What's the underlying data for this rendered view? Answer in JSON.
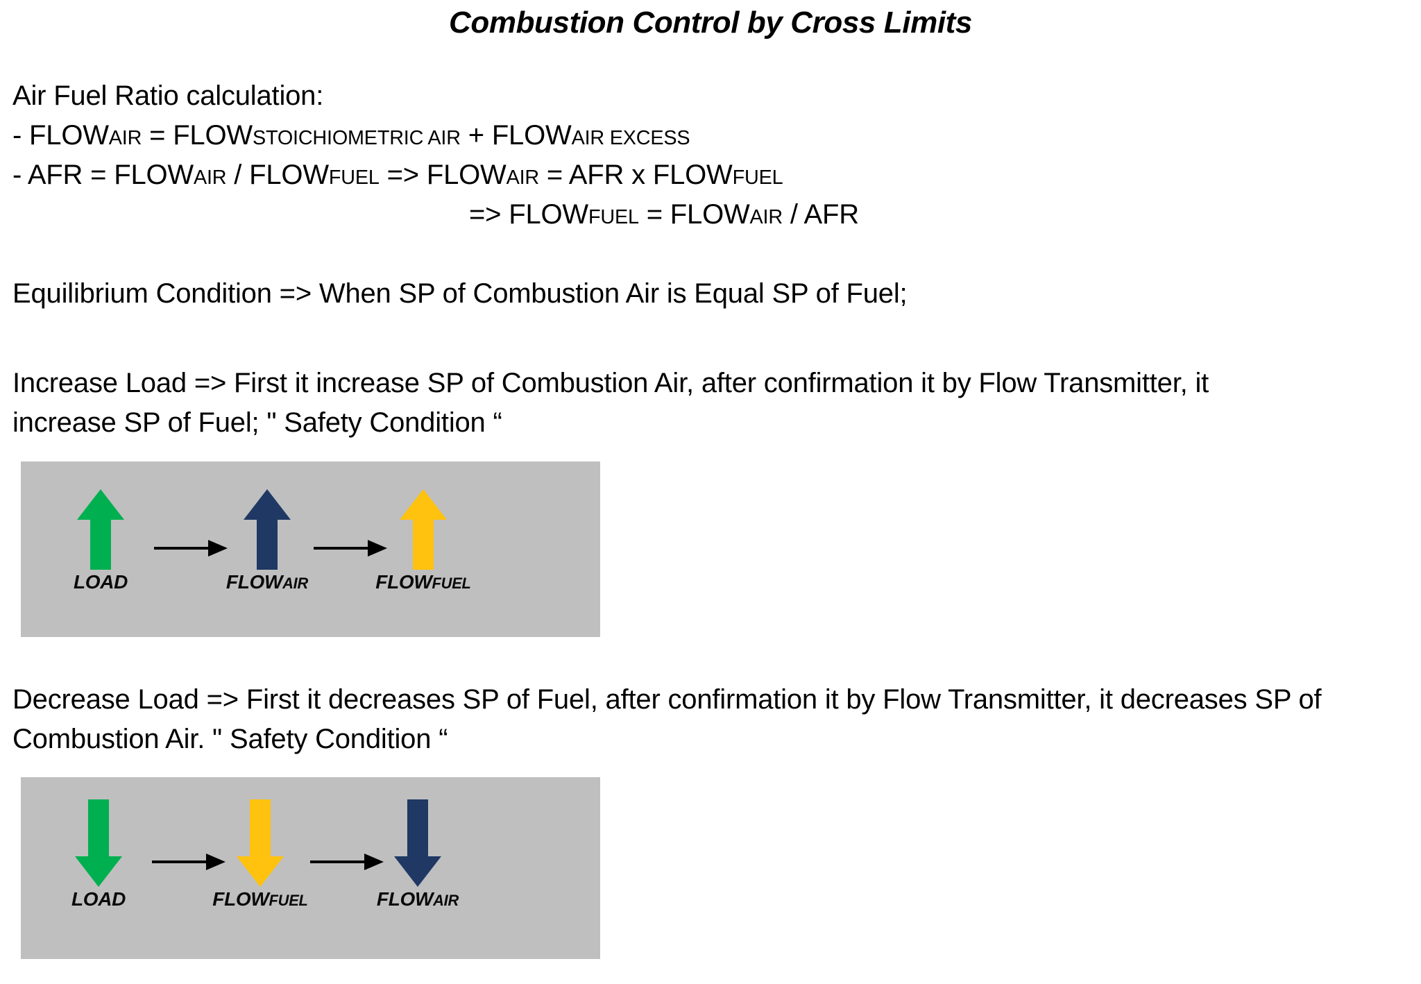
{
  "slide": {
    "title": "Combustion Control by Cross Limits",
    "background_color": "#ffffff",
    "text_color": "#000000"
  },
  "body": {
    "afr_heading": "Air Fuel Ratio calculation:",
    "formula_1": {
      "parts": [
        {
          "text": "- FLOW",
          "style": "normal"
        },
        {
          "text": "AIR",
          "style": "sub"
        },
        {
          "text": " = FLOW",
          "style": "normal"
        },
        {
          "text": "STOICHIOMETRIC AIR",
          "style": "sub"
        },
        {
          "text": " + FLOW",
          "style": "normal"
        },
        {
          "text": "AIR EXCESS",
          "style": "sub"
        }
      ],
      "plain": "- FLOWAIR = FLOWSTOICHIOMETRIC AIR + FLOWAIR EXCESS"
    },
    "formula_2": {
      "plain": "- AFR = FLOWAIR / FLOWFUEL => FLOWAIR = AFR x FLOWFUEL"
    },
    "formula_3": {
      "plain": "=> FLOWFUEL = FLOWAIR / AFR"
    },
    "equilibrium": "Equilibrium Condition => When SP of Combustion Air is Equal SP of Fuel;",
    "increase_paragraph": "Increase Load => First it increase SP of Combustion Air, after confirmation it by Flow Transmitter, it  increase SP of Fuel; \" Safety Condition “",
    "decrease_paragraph": "Decrease Load => First it decreases SP of Fuel, after confirmation it by Flow Transmitter, it decreases SP of Combustion Air. \" Safety Condition “"
  },
  "tokens": {
    "flow": "FLOW",
    "afr": "AFR",
    "sub_air": "AIR",
    "sub_fuel": "FUEL",
    "sub_stoich": "STOICHIOMETRIC AIR",
    "sub_air_excess": "AIR EXCESS",
    "dash": "- ",
    "eq": " = ",
    "slash": " / ",
    "plus": " + ",
    "implies": " => ",
    "times": " x "
  },
  "colors": {
    "diagram_background": "#bfbfbf",
    "load_green": "#00b050",
    "air_navy": "#1f3864",
    "fuel_yellow": "#ffc20e",
    "connector_black": "#000000"
  },
  "diagrams": [
    {
      "id": "increase",
      "caption_ref": "increase_paragraph",
      "direction": "up",
      "stages": [
        {
          "label_main": "LOAD",
          "label_sub": "",
          "color_name": "load_green",
          "color": "#00b050",
          "arrow": "arrow-up-icon"
        },
        {
          "label_main": "FLOW",
          "label_sub": "AIR",
          "color_name": "air_navy",
          "color": "#1f3864",
          "arrow": "arrow-up-icon"
        },
        {
          "label_main": "FLOW",
          "label_sub": "FUEL",
          "color_name": "fuel_yellow",
          "color": "#ffc20e",
          "arrow": "arrow-up-icon"
        }
      ],
      "connectors": [
        "arrow-right-icon",
        "arrow-right-icon"
      ]
    },
    {
      "id": "decrease",
      "caption_ref": "decrease_paragraph",
      "direction": "down",
      "stages": [
        {
          "label_main": "LOAD",
          "label_sub": "",
          "color_name": "load_green",
          "color": "#00b050",
          "arrow": "arrow-down-icon"
        },
        {
          "label_main": "FLOW",
          "label_sub": "FUEL",
          "color_name": "fuel_yellow",
          "color": "#ffc20e",
          "arrow": "arrow-down-icon"
        },
        {
          "label_main": "FLOW",
          "label_sub": "AIR",
          "color_name": "air_navy",
          "color": "#1f3864",
          "arrow": "arrow-down-icon"
        }
      ],
      "connectors": [
        "arrow-right-icon",
        "arrow-right-icon"
      ]
    }
  ]
}
